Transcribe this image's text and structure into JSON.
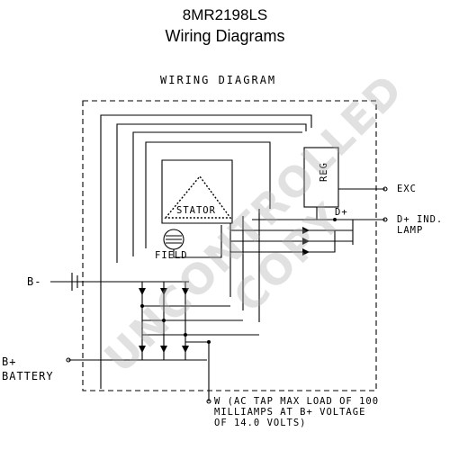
{
  "title": {
    "model": "8MR2198LS",
    "subtitle": "Wiring Diagrams"
  },
  "diagram": {
    "header": "WIRING DIAGRAM",
    "labels": {
      "reg": "REG",
      "stator": "STATOR",
      "field": "FIELD",
      "d_plus_inner": "D+",
      "exc": "EXC",
      "d_plus_ind": "D+ IND.",
      "lamp": "LAMP",
      "b_minus": "B-",
      "b_plus": "B+",
      "battery": "BATTERY",
      "w_note_1": "W (AC TAP MAX LOAD OF 100",
      "w_note_2": "MILLIAMPS AT B+ VOLTAGE",
      "w_note_3": "OF 14.0 VOLTS)"
    }
  },
  "watermark": "UNCONTROLLED COPY"
}
